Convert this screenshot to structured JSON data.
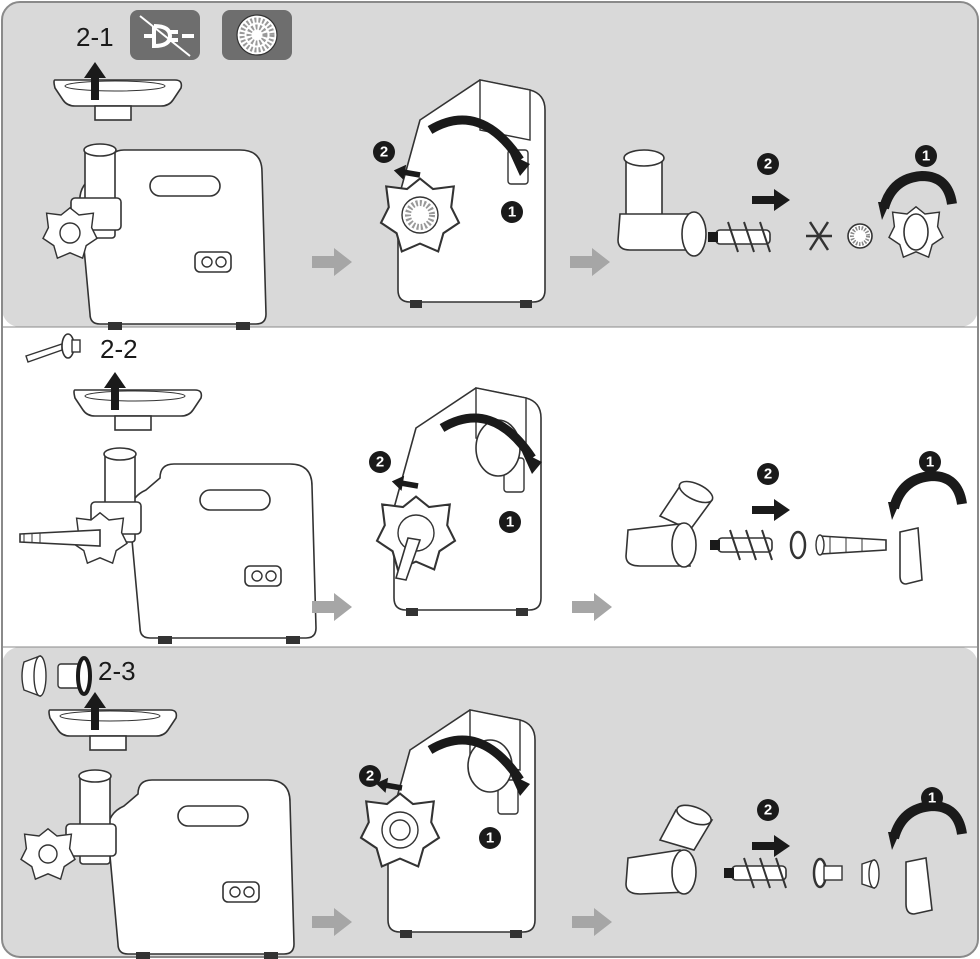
{
  "panels": [
    {
      "id": "2-1",
      "label": "2-1",
      "badges": [
        "unplug-icon",
        "mincing-plate-icon"
      ]
    },
    {
      "id": "2-2",
      "label": "2-2",
      "badges": [
        "sausage-nozzle-icon"
      ]
    },
    {
      "id": "2-3",
      "label": "2-3",
      "badges": [
        "kebbe-cone-icon",
        "kebbe-former-icon"
      ]
    }
  ],
  "steps": {
    "one": "1",
    "two": "2"
  },
  "colors": {
    "panel_gray": "#d9d9d9",
    "panel_white": "#ffffff",
    "frame_border": "#8a8a8a",
    "arrow_gray": "#a6a6a6",
    "badge_gray": "#6e6e6e",
    "ink": "#1a1a1a"
  }
}
